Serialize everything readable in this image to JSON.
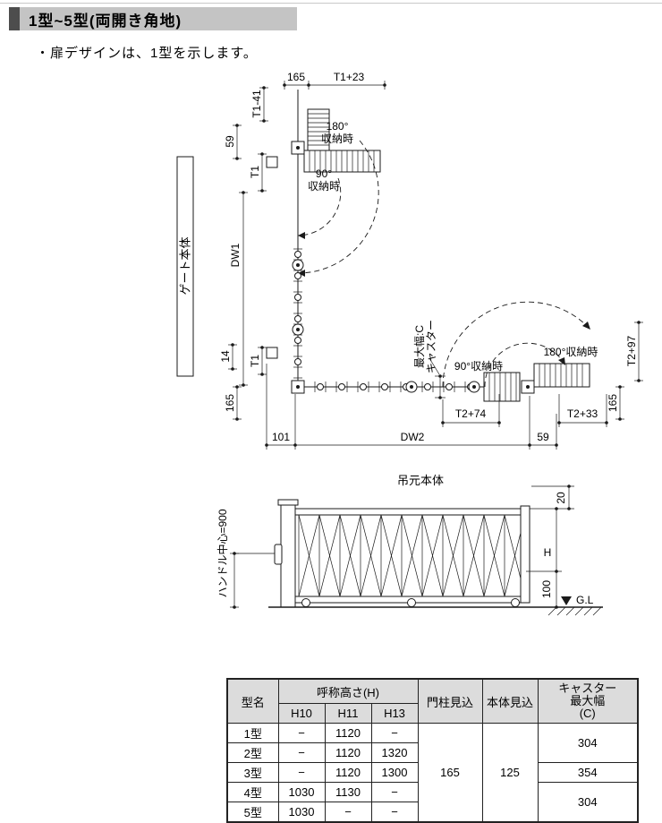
{
  "header": {
    "title": "1型~5型(両開き角地)"
  },
  "note": "・扉デザインは、1型を示します。",
  "plan": {
    "dim_165_top": "165",
    "dim_t1_plus_23": "T1+23",
    "dim_t1_minus_41": "T1-41",
    "dim_59_left": "59",
    "dim_t1_upper": "T1",
    "store_180_top_line1": "180°",
    "store_180_top_line2": "収納時",
    "store_90_top_line1": "90°",
    "store_90_top_line2": "収納時",
    "gate_body_label": "ゲート本体",
    "dim_dw1": "DW1",
    "dim_14": "14",
    "dim_t1_lower": "T1",
    "dim_165_left_lower": "165",
    "caster_label_line1": "キャスター",
    "caster_label_line2": "最大幅:C",
    "store_90_right": "90°収納時",
    "store_180_right": "180°収納時",
    "dim_t2_plus_97": "T2+97",
    "dim_t2_plus_74": "T2+74",
    "dim_t2_plus_33": "T2+33",
    "dim_165_right": "165",
    "dim_101": "101",
    "dim_dw2": "DW2",
    "dim_59_bottom": "59",
    "hinge_body_label": "吊元本体"
  },
  "elevation": {
    "handle_center_label": "ハンドル中心=900",
    "dim_20": "20",
    "dim_h": "H",
    "dim_100": "100",
    "ground_label": "G.L"
  },
  "table": {
    "col_model": "型名",
    "col_height": "呼称高さ(H)",
    "col_h10": "H10",
    "col_h11": "H11",
    "col_h13": "H13",
    "col_pillar_depth": "門柱見込",
    "col_body_depth": "本体見込",
    "col_caster": [
      "キャスター",
      "最大幅",
      "(C)"
    ],
    "rows": [
      {
        "model": "1型",
        "h10": "−",
        "h11": "1120",
        "h13": "−"
      },
      {
        "model": "2型",
        "h10": "−",
        "h11": "1120",
        "h13": "1320"
      },
      {
        "model": "3型",
        "h10": "−",
        "h11": "1120",
        "h13": "1300"
      },
      {
        "model": "4型",
        "h10": "1030",
        "h11": "1130",
        "h13": "−"
      },
      {
        "model": "5型",
        "h10": "1030",
        "h11": "−",
        "h13": "−"
      }
    ],
    "pillar_depth_value": "165",
    "body_depth_value": "125",
    "caster_type12": "304",
    "caster_type3": "354",
    "caster_type45": "304"
  }
}
